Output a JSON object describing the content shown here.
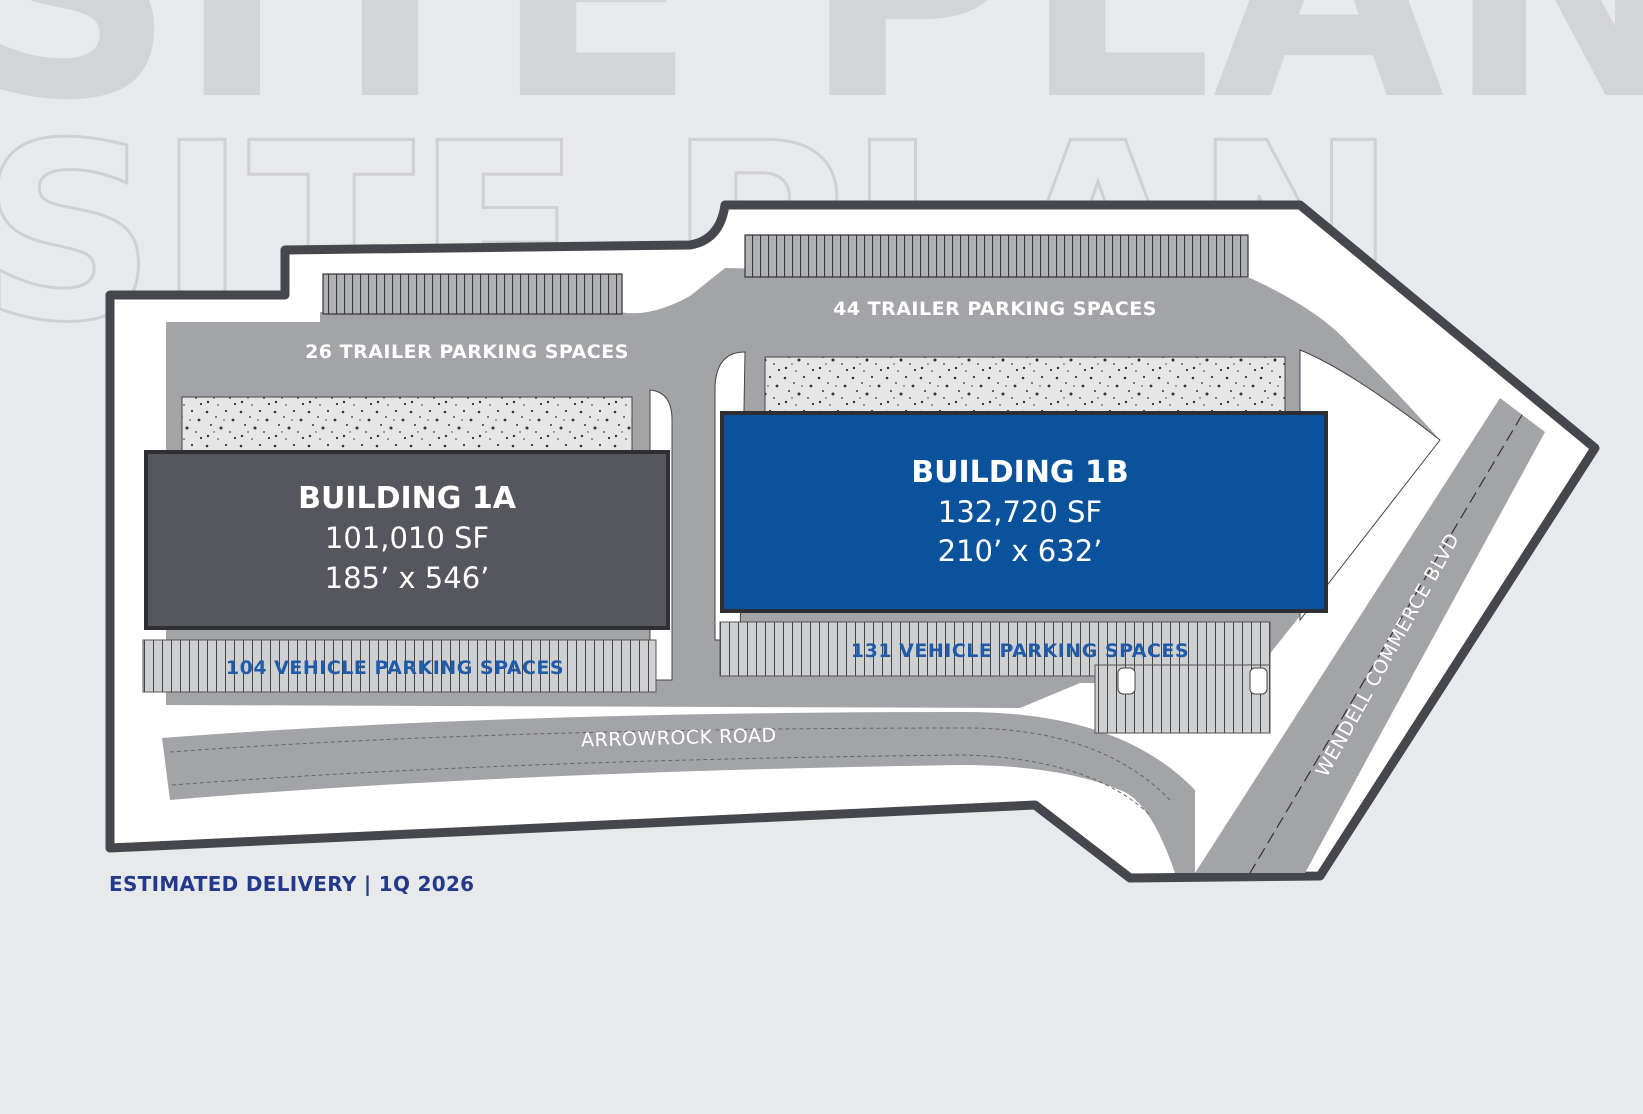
{
  "background_words": {
    "top": "SITE PLAN",
    "outline": "SITE PLAN"
  },
  "building_1a": {
    "title": "BUILDING 1A",
    "area": "101,010 SF",
    "dimensions": "185’ x 546’"
  },
  "building_1b": {
    "title": "BUILDING 1B",
    "area": "132,720 SF",
    "dimensions": "210’ x 632’"
  },
  "parking": {
    "trailer_1a": "26 TRAILER PARKING SPACES",
    "trailer_1b": "44 TRAILER PARKING SPACES",
    "vehicle_1a": "104 VEHICLE PARKING SPACES",
    "vehicle_1b": "131 VEHICLE PARKING SPACES"
  },
  "roads": {
    "arrowrock": "ARROWROCK ROAD",
    "wendell": "WENDELL COMMERCE BLVD"
  },
  "footer": {
    "delivery": "ESTIMATED DELIVERY | 1Q 2026"
  },
  "colors": {
    "building_1a": "#55575c",
    "building_1b": "#0a539c",
    "pavement": "#a3a4a7",
    "boundary": "#45474c",
    "delivery_text": "#233a8a"
  }
}
